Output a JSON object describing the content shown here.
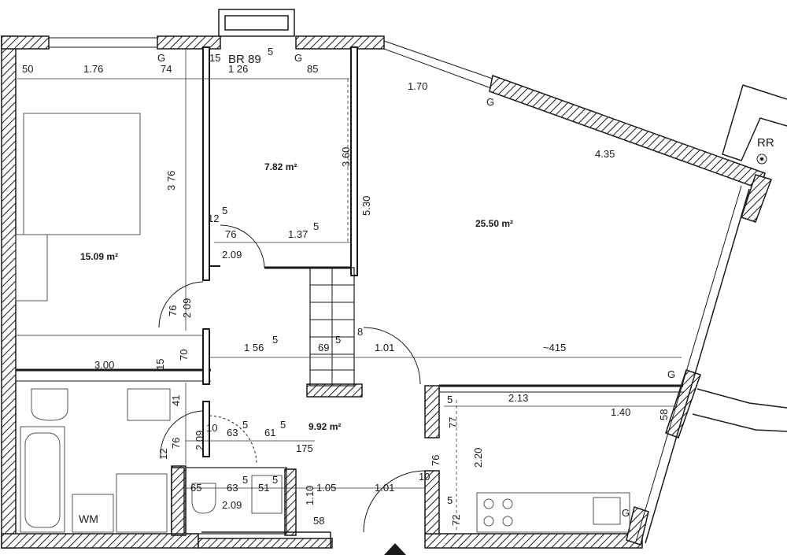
{
  "rooms": {
    "bedroom": {
      "area": "15.09 m²"
    },
    "study": {
      "area": "7.82 m²"
    },
    "living": {
      "area": "25.50 m²"
    },
    "hall": {
      "area": "9.92 m²"
    }
  },
  "labels": {
    "balcony_code": "BR 89",
    "balcony_sup": "5",
    "rr": "RR",
    "wm": "WM",
    "g": "G"
  },
  "dimensions": {
    "d50": "50",
    "d176": "1.76",
    "d74": "74",
    "d15a": "15",
    "d126": "1 26",
    "d85": "85",
    "d170": "1.70",
    "d435": "4.35",
    "d376": "3 76",
    "d360": "3.60",
    "d530": "5.30",
    "d12": "12",
    "d76a": "76",
    "d1375": "1.37",
    "d209a": "2.09",
    "d76b": "76",
    "d209b": "2 09",
    "d70": "70",
    "d15b": "15",
    "d300": "3.00",
    "d1565": "1 56",
    "d695": "69",
    "d8": "8",
    "d101a": "1.01",
    "d415": "~415",
    "d213": "2.13",
    "d140": "1.40",
    "d58a": "58",
    "d775": "77",
    "d220": "2.20",
    "d76c": "76",
    "d725": "72",
    "d415b": "41",
    "d209c": "2.09",
    "d10a": "10",
    "d635a": "63",
    "d615": "61",
    "d175": "175",
    "d125": "12",
    "d76d": "76",
    "d65": "65",
    "d635b": "63",
    "d515": "51",
    "d110": "1.10",
    "d105": "1.05",
    "d101b": "1.01",
    "d10b": "10",
    "d209d": "2.09",
    "d58b": "58",
    "sup5": "5"
  }
}
